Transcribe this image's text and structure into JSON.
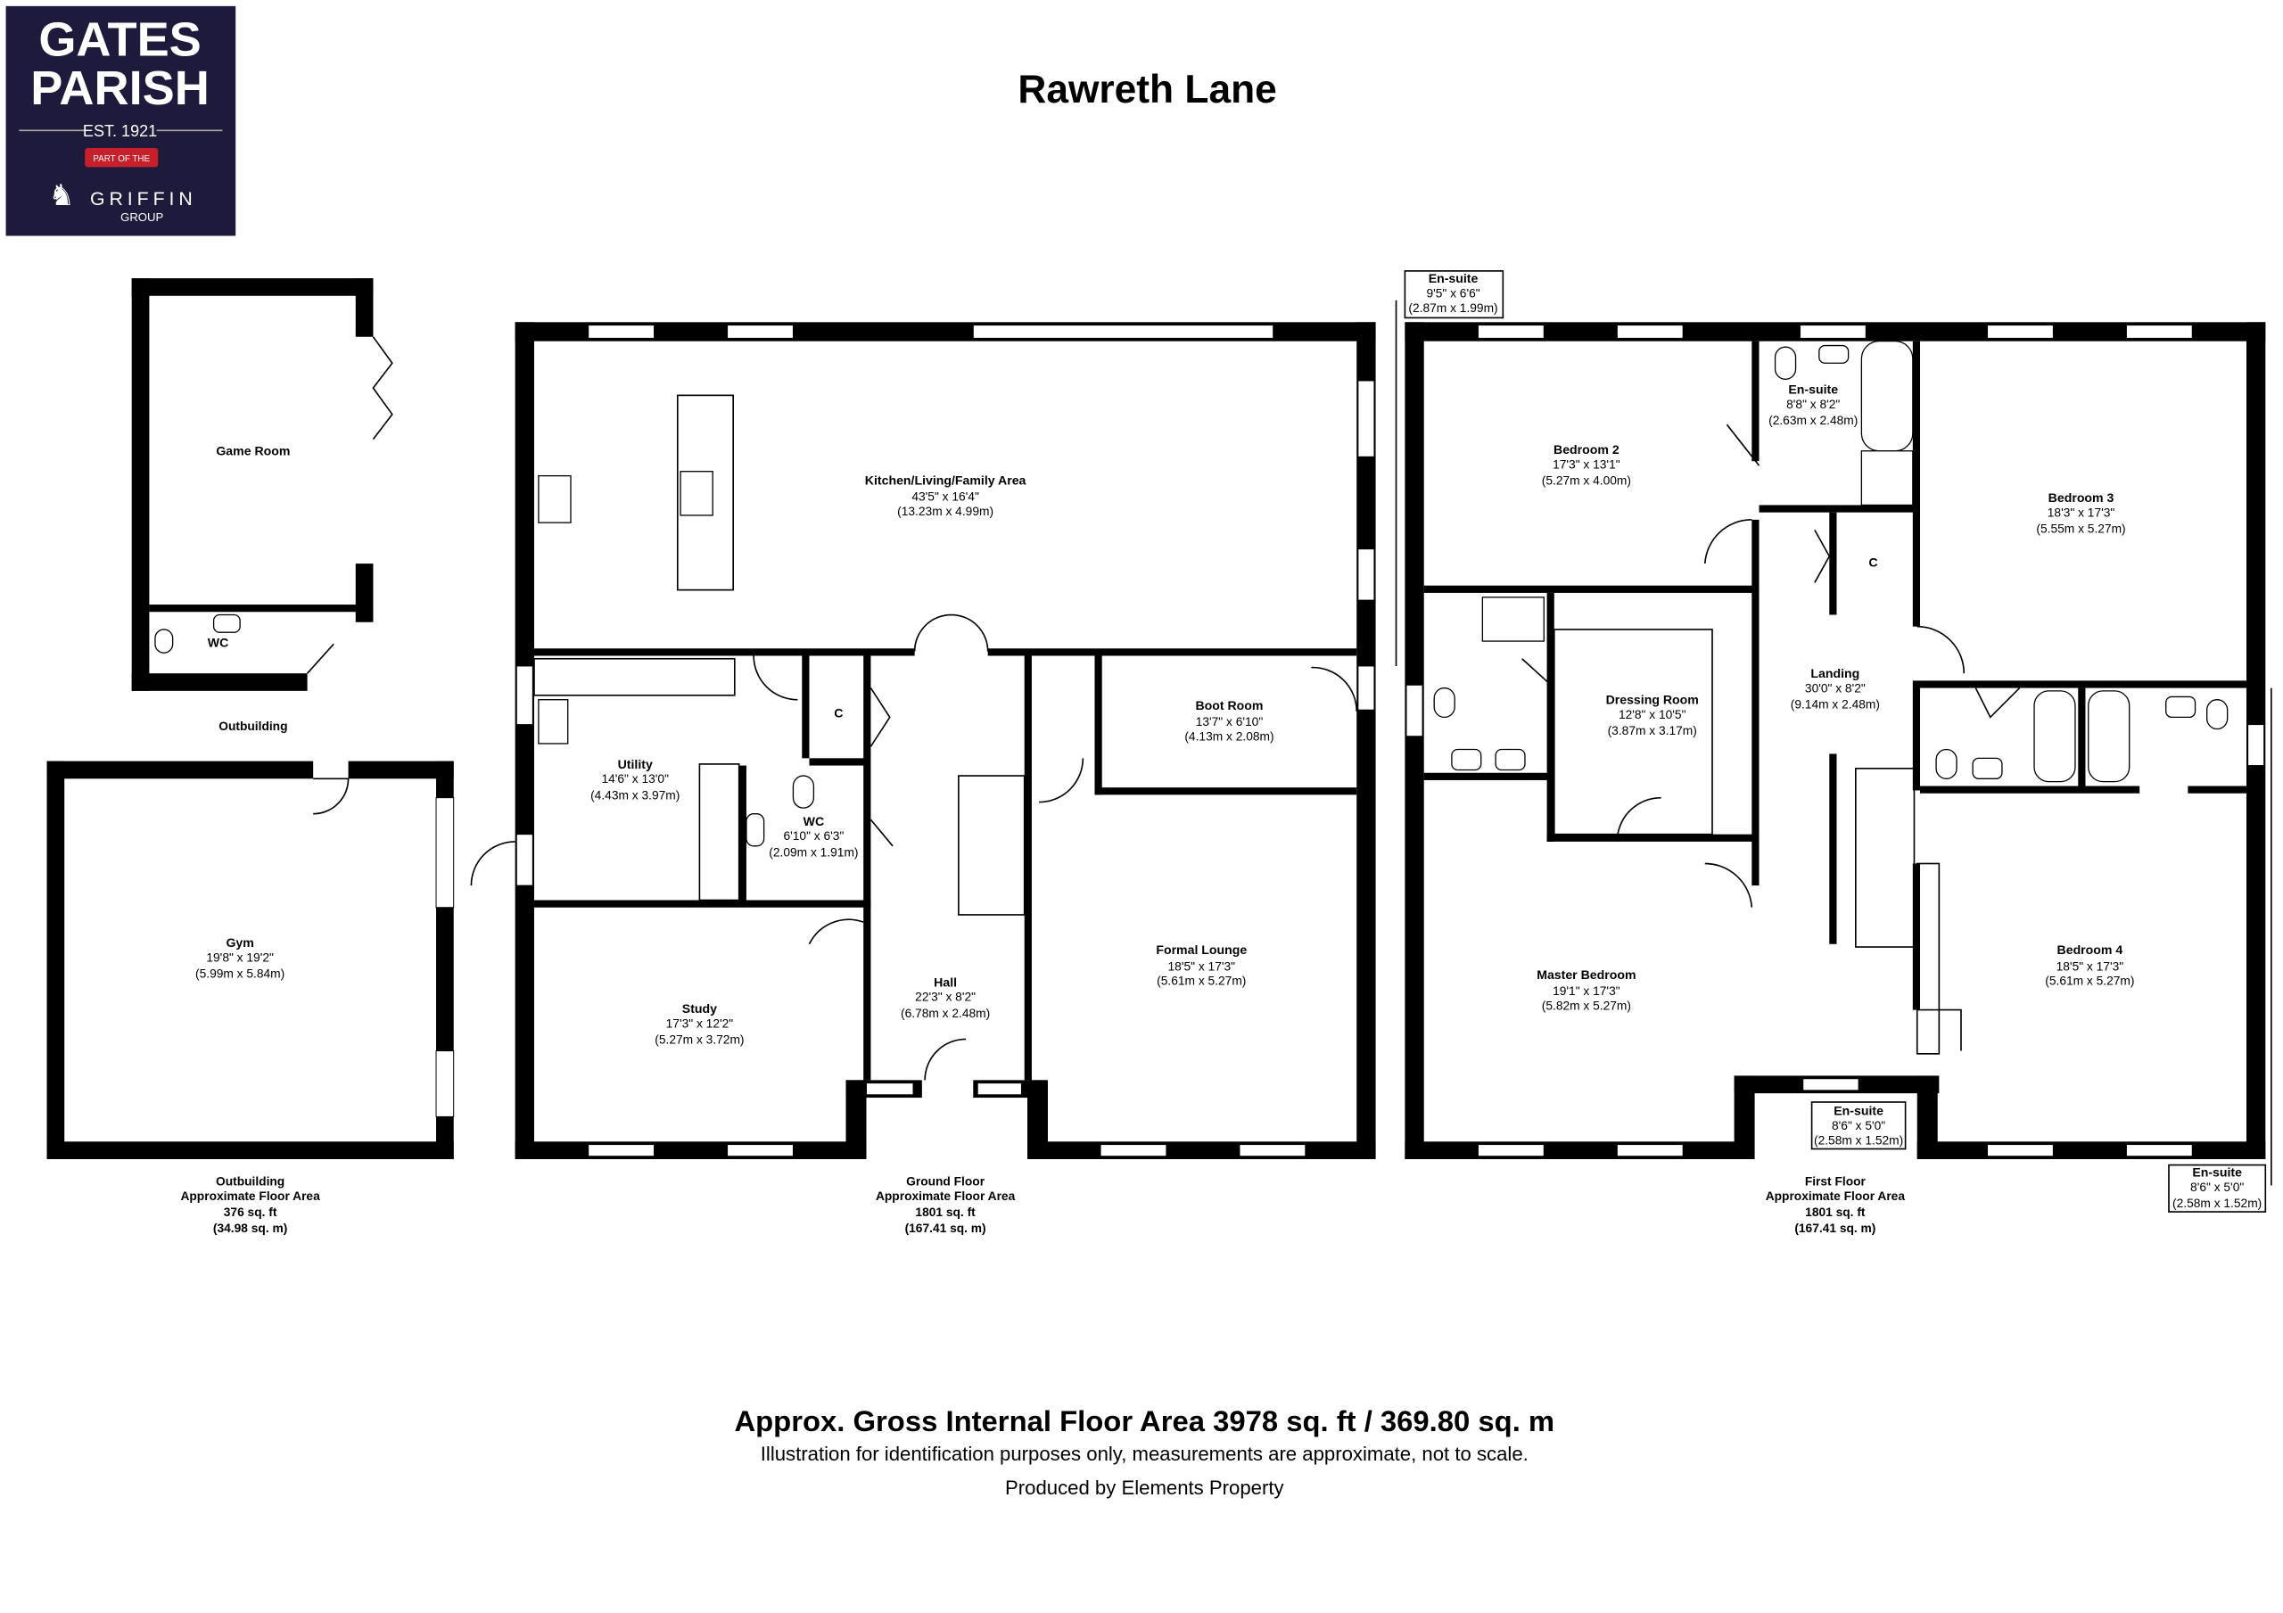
{
  "logo": {
    "line1": "GATES",
    "line2": "PARISH",
    "est": "EST. 1921",
    "part_of": "PART OF THE",
    "group_name": "GRIFFIN",
    "group_sub": "GROUP",
    "bg_color": "#1e1a3c",
    "accent": "#c8202a"
  },
  "title": "Rawreth Lane",
  "outbuilding": {
    "label": "Outbuilding",
    "rooms": [
      {
        "name": "Game Room"
      },
      {
        "name": "WC"
      },
      {
        "name": "Gym",
        "imperial": "19'8\" x 19'2\"",
        "metric": "(5.99m x 5.84m)"
      }
    ],
    "area": {
      "title": "Outbuilding",
      "subtitle": "Approximate Floor Area",
      "sqft": "376 sq. ft",
      "sqm": "(34.98 sq. m)"
    }
  },
  "ground_floor": {
    "rooms": [
      {
        "name": "Kitchen/Living/Family Area",
        "imperial": "43'5\" x 16'4\"",
        "metric": "(13.23m x 4.99m)"
      },
      {
        "name": "Utility",
        "imperial": "14'6\" x 13'0\"",
        "metric": "(4.43m x 3.97m)"
      },
      {
        "name": "C"
      },
      {
        "name": "WC",
        "imperial": "6'10\" x 6'3\"",
        "metric": "(2.09m x 1.91m)"
      },
      {
        "name": "Boot Room",
        "imperial": "13'7\" x 6'10\"",
        "metric": "(4.13m x 2.08m)"
      },
      {
        "name": "Study",
        "imperial": "17'3\" x 12'2\"",
        "metric": "(5.27m x 3.72m)"
      },
      {
        "name": "Hall",
        "imperial": "22'3\" x 8'2\"",
        "metric": "(6.78m x 2.48m)"
      },
      {
        "name": "Formal Lounge",
        "imperial": "18'5\" x 17'3\"",
        "metric": "(5.61m x 5.27m)"
      }
    ],
    "area": {
      "title": "Ground Floor",
      "subtitle": "Approximate Floor Area",
      "sqft": "1801 sq. ft",
      "sqm": "(167.41 sq. m)"
    }
  },
  "first_floor": {
    "rooms": [
      {
        "name": "En-suite",
        "imperial": "9'5\" x 6'6\"",
        "metric": "(2.87m x 1.99m)"
      },
      {
        "name": "Bedroom 2",
        "imperial": "17'3\" x 13'1\"",
        "metric": "(5.27m x 4.00m)"
      },
      {
        "name": "En-suite",
        "imperial": "8'8\" x 8'2\"",
        "metric": "(2.63m x 2.48m)"
      },
      {
        "name": "Bedroom 3",
        "imperial": "18'3\" x 17'3\"",
        "metric": "(5.55m x 5.27m)"
      },
      {
        "name": "C"
      },
      {
        "name": "Landing",
        "imperial": "30'0\" x 8'2\"",
        "metric": "(9.14m x 2.48m)"
      },
      {
        "name": "Dressing Room",
        "imperial": "12'8\" x 10'5\"",
        "metric": "(3.87m x 3.17m)"
      },
      {
        "name": "Master Bedroom",
        "imperial": "19'1\" x 17'3\"",
        "metric": "(5.82m x 5.27m)"
      },
      {
        "name": "Bedroom 4",
        "imperial": "18'5\" x 17'3\"",
        "metric": "(5.61m x 5.27m)"
      },
      {
        "name": "En-suite",
        "imperial": "8'6\" x 5'0\"",
        "metric": "(2.58m x 1.52m)"
      },
      {
        "name": "En-suite",
        "imperial": "8'6\" x 5'0\"",
        "metric": "(2.58m x 1.52m)"
      }
    ],
    "area": {
      "title": "First Floor",
      "subtitle": "Approximate Floor Area",
      "sqft": "1801 sq. ft",
      "sqm": "(167.41 sq. m)"
    }
  },
  "footer": {
    "gross": "Approx. Gross Internal Floor Area 3978 sq. ft / 369.80 sq. m",
    "disclaimer": "Illustration for identification purposes only, measurements are approximate, not to scale.",
    "produced_by": "Produced by Elements Property"
  }
}
